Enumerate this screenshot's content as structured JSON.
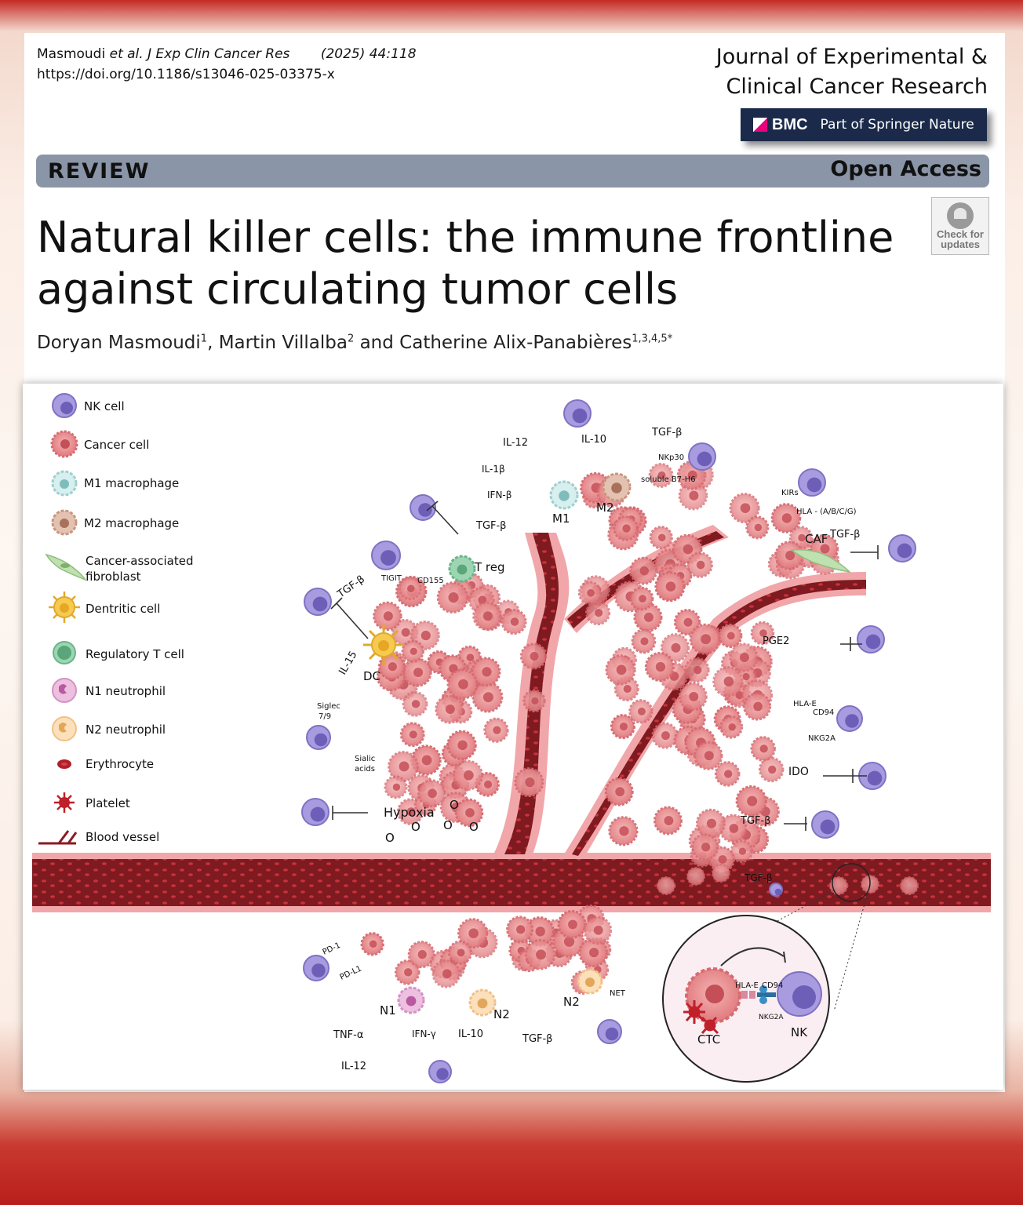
{
  "header": {
    "author_short": "Masmoudi",
    "etal": "et al.",
    "journal_abbr": "J Exp Clin Cancer Res",
    "year_vol": "(2025) 44:118",
    "doi": "https://doi.org/10.1186/s13046-025-03375-x",
    "journal_line1": "Journal of Experimental &",
    "journal_line2": "Clinical Cancer Research",
    "publisher_logo": "BMC",
    "publisher_tag": "Part of Springer Nature"
  },
  "bar": {
    "type": "REVIEW",
    "access": "Open Access"
  },
  "article": {
    "title_line1": "Natural killer cells: the immune frontline",
    "title_line2": "against circulating tumor cells",
    "check_updates_1": "Check for",
    "check_updates_2": "updates",
    "authors": [
      {
        "name": "Doryan Masmoudi",
        "aff": "1"
      },
      {
        "name": "Martin Villalba",
        "aff": "2"
      },
      {
        "name": "Catherine Alix-Panabières",
        "aff": "1,3,4,5*"
      }
    ],
    "author_sep1": ", ",
    "author_sep2": " and "
  },
  "figure": {
    "legend": [
      {
        "label": "NK cell",
        "icon": "nk-cell-icon",
        "color": "#a89be0"
      },
      {
        "label": "Cancer cell",
        "icon": "cancer-cell-icon",
        "color": "#e8868a"
      },
      {
        "label": "M1 macrophage",
        "icon": "m1-macrophage-icon",
        "color": "#bfe4e4"
      },
      {
        "label": "M2 macrophage",
        "icon": "m2-macrophage-icon",
        "color": "#d6a58f"
      },
      {
        "label": "Cancer-associated",
        "label2": "fibroblast",
        "icon": "fibroblast-icon",
        "color": "#a9d39b"
      },
      {
        "label": "Dentritic cell",
        "icon": "dendritic-cell-icon",
        "color": "#f3c445"
      },
      {
        "label": "Regulatory T cell",
        "icon": "treg-icon",
        "color": "#7cc79a"
      },
      {
        "label": "N1 neutrophil",
        "icon": "n1-neutrophil-icon",
        "color": "#e09acc"
      },
      {
        "label": "N2 neutrophil",
        "icon": "n2-neutrophil-icon",
        "color": "#f6cf9a"
      },
      {
        "label": "Erythrocyte",
        "icon": "erythrocyte-icon",
        "color": "#b0202a"
      },
      {
        "label": "Platelet",
        "icon": "platelet-icon",
        "color": "#c0202a"
      },
      {
        "label": "Blood vessel",
        "icon": "blood-vessel-icon",
        "color": "#8b1a22"
      }
    ],
    "labels": {
      "il12_top": "IL-12",
      "il1b": "IL-1β",
      "ifnb": "IFN-β",
      "il10_top": "IL-10",
      "tgfb_top": "TGF-β",
      "nkp30": "NKp30",
      "b7h6": "soluble B7-H6",
      "m1": "M1",
      "m2": "M2",
      "kirs": "KIRs",
      "hla": "HLA - (A/B/C/G)",
      "caf": "CAF",
      "tgfb_caf": "TGF-β",
      "tgfb_treg": "TGF-β",
      "treg": "T reg",
      "tigit": "TIGIT",
      "cd155": "CD155",
      "tgfb_dc": "TGF-β",
      "il15": "IL-15",
      "dc": "DC",
      "siglec": "Siglec",
      "siglec2": "7/9",
      "sialic": "Sialic",
      "sialic2": "acids",
      "hypoxia": "Hypoxia",
      "o2": "O",
      "pge2": "PGE2",
      "hlae_r": "HLA-E",
      "cd94_r": "CD94",
      "nkg2a_r": "NKG2A",
      "ido": "IDO",
      "tgfb_r": "TGF-β",
      "tgfb_vessel": "TGF-β",
      "pd1": "PD-1",
      "pdl1": "PD-L1",
      "n1": "N1",
      "n2a": "N2",
      "n2b": "N2",
      "net": "NET",
      "tnfa": "TNF-α",
      "ifng": "IFN-γ",
      "il12_bot": "IL-12",
      "il10_bot": "IL-10",
      "tgfb_bot": "TGF-β",
      "hlae_z": "HLA-E",
      "cd94_z": "CD94",
      "nkg2a_z": "NKG2A",
      "ctc": "CTC",
      "nk": "NK"
    }
  }
}
